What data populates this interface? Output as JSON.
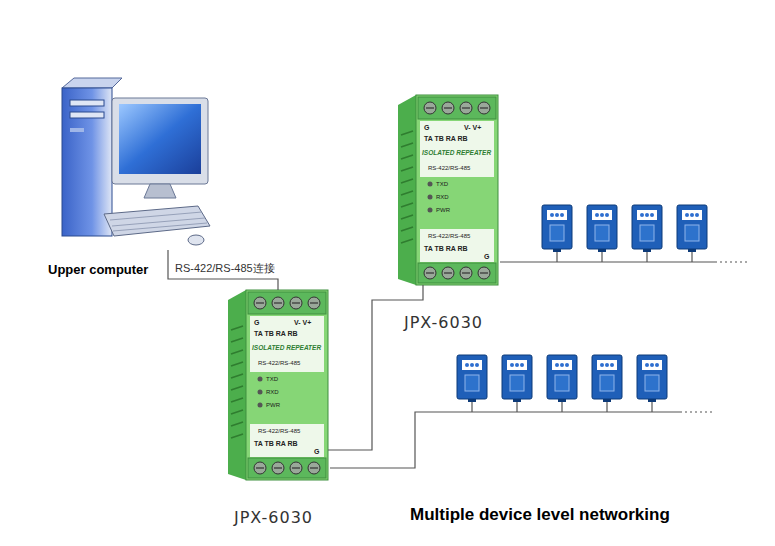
{
  "diagram": {
    "caption": "Multiple device level networking",
    "nodes": [
      {
        "text": [
          "Upper computer"
        ]
      },
      {
        "text": [
          "G",
          "V- V+",
          "TA TB RA RB",
          "ISOLATED REPEATER",
          "RS-422/RS-485",
          "TXD",
          "RXD",
          "PWR",
          "RS-422/RS-485",
          "TA TB RA RB",
          "G",
          "JPX-6030"
        ]
      },
      {
        "text": [
          "G",
          "V- V+",
          "TA TB RA RB",
          "ISOLATED REPEATER",
          "RS-422/RS-485",
          "TXD",
          "RXD",
          "PWR",
          "RS-422/RS-485",
          "TA TB RA RB",
          "G",
          "JPX-6030"
        ]
      }
    ],
    "edges": [
      {
        "from": 0,
        "to": 2,
        "arrow": "none",
        "label": "RS-422/RS-485连接"
      },
      {
        "from": 2,
        "to": 1,
        "arrow": "none"
      }
    ]
  }
}
